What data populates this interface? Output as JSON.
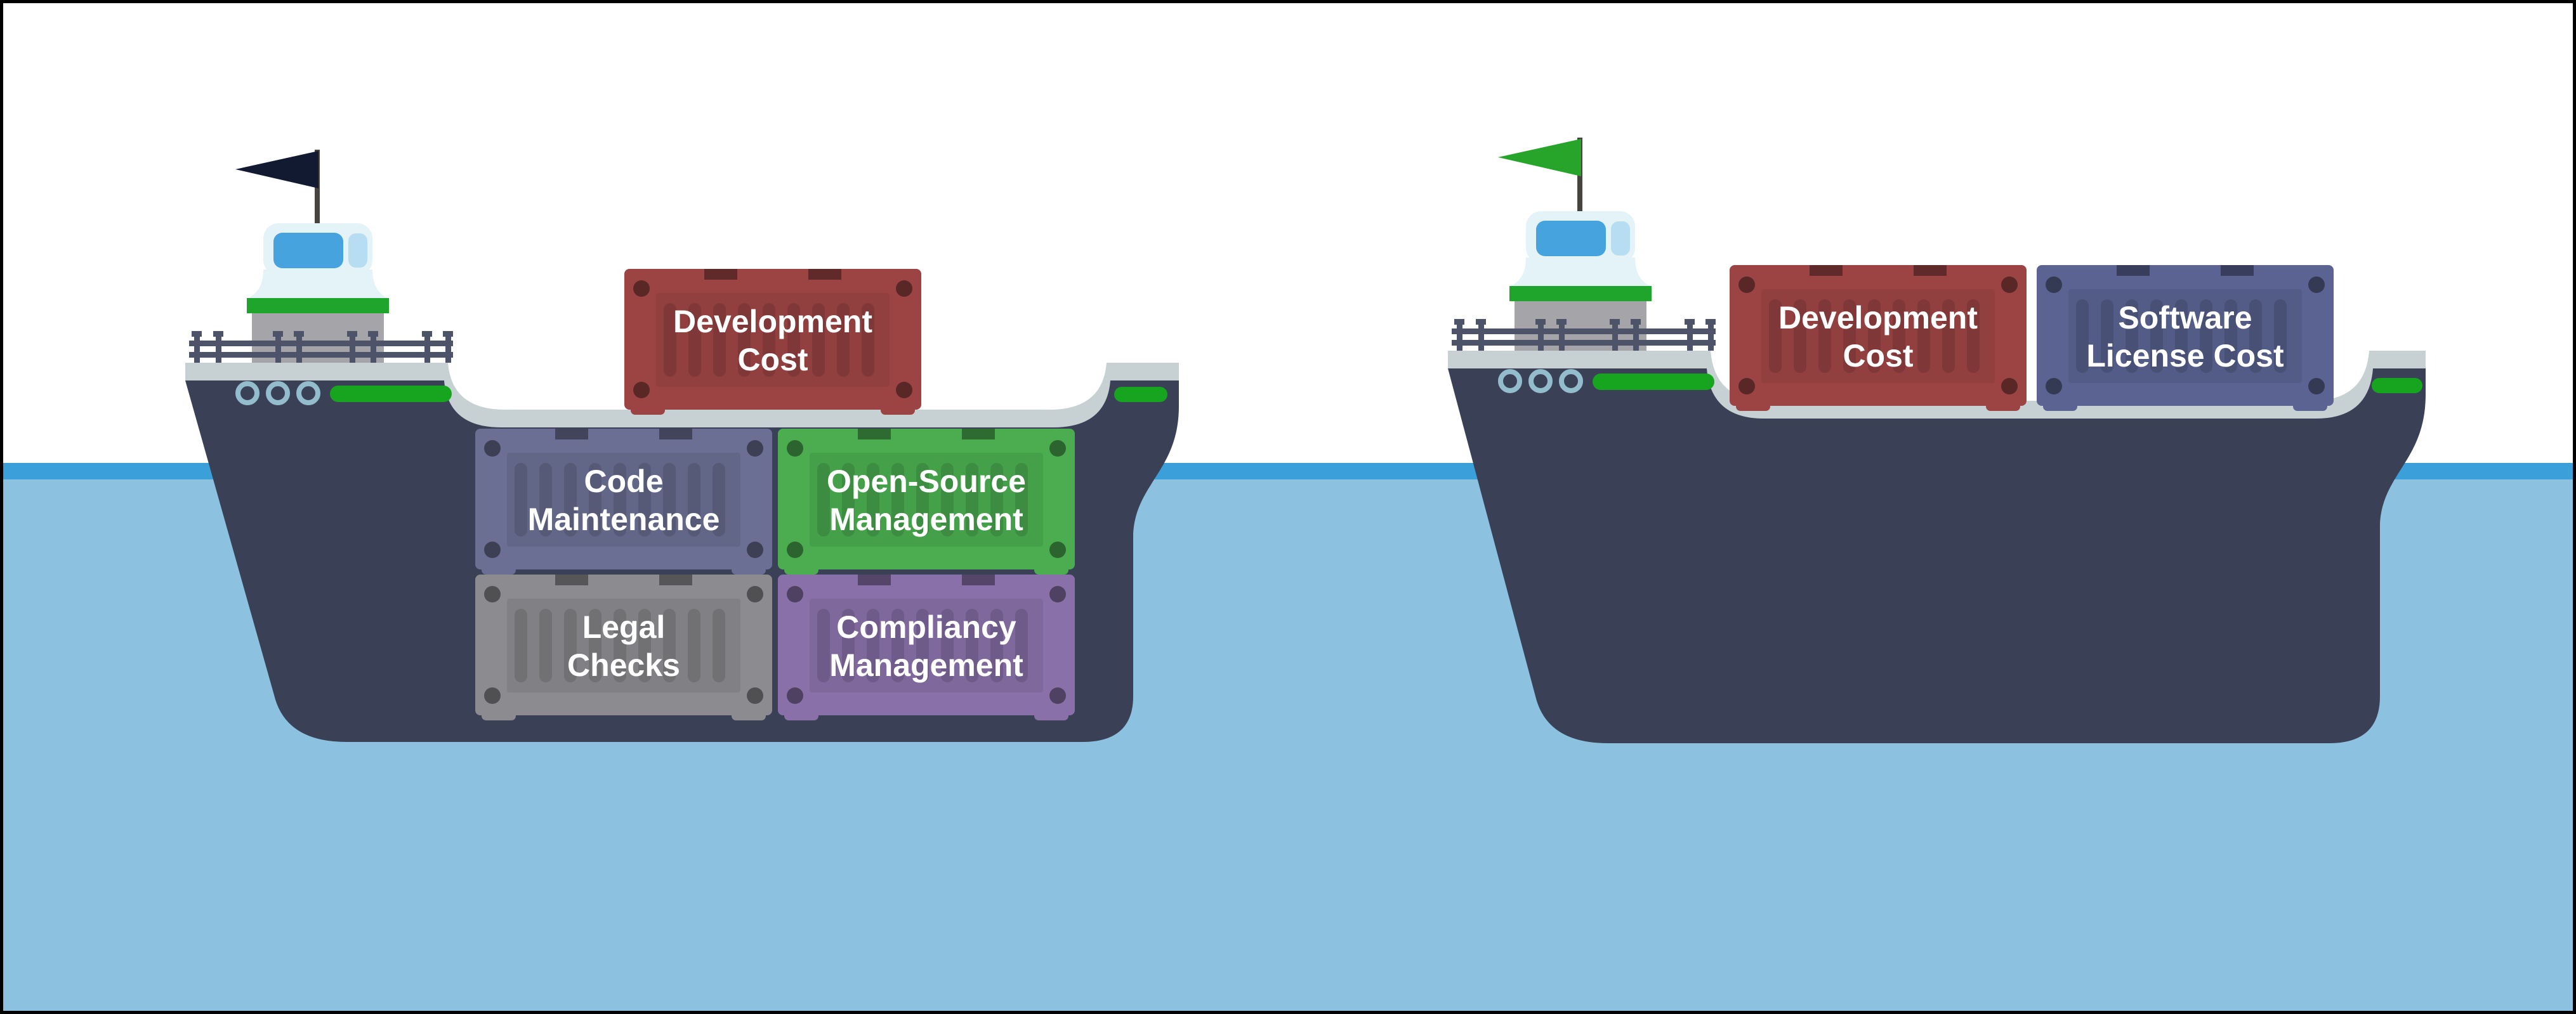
{
  "scene": {
    "description_labels": [],
    "palette": {
      "sky": "#FFFFFF",
      "water_surface": "#3BA0D9",
      "water_body": "#8CC2DF",
      "hull": "#3A4157",
      "deck_trim": "#C7D1D4",
      "cabin": "#E4F3F8",
      "cabin_window_front": "#47A3DD",
      "cabin_window_side": "#B6DDF2",
      "cabin_band_green": "#1FA52C",
      "cabin_pedestal": "#A5A4A8",
      "railing": "#4D5368",
      "porthole_ring": "#93BCCC",
      "hull_pill_green": "#17A41F",
      "flag_pole": "#474440",
      "frame_border": "#000000"
    }
  },
  "left_ship": {
    "flag_color": "#111A31",
    "containers": [
      {
        "id": "development-cost",
        "color": "#9C4444",
        "lines": [
          "Development",
          "Cost"
        ]
      },
      {
        "id": "code-maintenance",
        "color": "#6A6F93",
        "lines": [
          "Code",
          "Maintenance"
        ]
      },
      {
        "id": "open-source-management",
        "color": "#4BAD50",
        "lines": [
          "Open-Source",
          "Management"
        ]
      },
      {
        "id": "legal-checks",
        "color": "#8B8B90",
        "lines": [
          "Legal",
          "Checks"
        ]
      },
      {
        "id": "compliancy-management",
        "color": "#8970A8",
        "lines": [
          "Compliancy",
          "Management"
        ]
      }
    ]
  },
  "right_ship": {
    "flag_color": "#27A42A",
    "containers": [
      {
        "id": "development-cost",
        "color": "#9C4444",
        "lines": [
          "Development",
          "Cost"
        ]
      },
      {
        "id": "software-license-cost",
        "color": "#5A6392",
        "lines": [
          "Software",
          "License Cost"
        ]
      }
    ]
  }
}
